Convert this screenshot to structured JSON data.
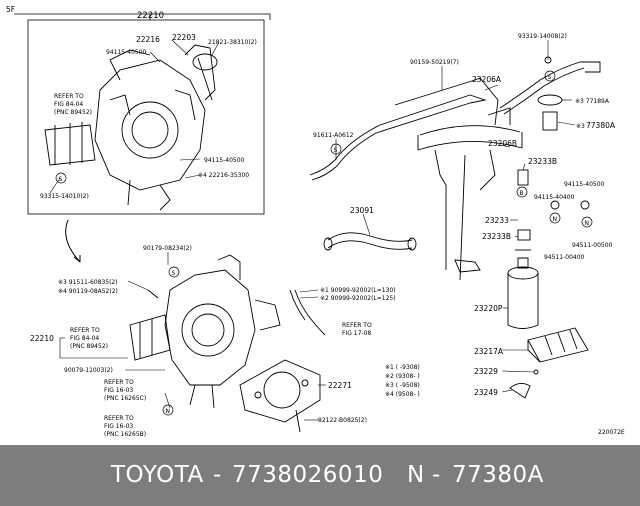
{
  "diagram": {
    "page_ref": "5F",
    "figure_code": "220072E",
    "callouts": {
      "c22210_top": "22210",
      "c22216": "22216",
      "c22203": "22203",
      "c21821": "21821-38310(2)",
      "c94115a": "94115-40500",
      "c94115b": "94115-40500",
      "c22216_35300": "※4 22216-35300",
      "c93315": "93315-14010(2)",
      "ref1_a": "REFER TO",
      "ref1_b": "FIG 84-04",
      "ref1_c": "(PNC 89452)",
      "c93319": "93319-14008(2)",
      "c90159": "90159-50219(7)",
      "c23206a": "23206A",
      "c77189a": "※3 77189A",
      "c77380a_mark": "※3",
      "c77380a": "77380A",
      "c91611": "91611-A0612",
      "c23206b": "23206B",
      "c23233b_top": "23233B",
      "c94115c": "94115-40500",
      "c94115d": "94115-40400",
      "c23091": "23091",
      "c23233": "23233",
      "c23233b": "23233B",
      "c94511a": "94511-00500",
      "c94511b": "94511-00400",
      "c90179": "90179-08234(2)",
      "c91511": "※3 91511-60835(2)",
      "c90119": "※4 90119-08A52(2)",
      "c90999a": "※1 90999-92002(L=130)",
      "c90999b": "※2 90999-92002(L=125)",
      "c23220p": "23220P",
      "c22210_mid": "22210",
      "ref2_a": "REFER TO",
      "ref2_b": "FIG 84-04",
      "ref2_c": "(PNC 89452)",
      "ref3_a": "REFER TO",
      "ref3_b": "FIG 17-08",
      "c90079": "90079-11003(2)",
      "c23217a": "23217A",
      "c22271": "22271",
      "ref4_a": "REFER TO",
      "ref4_b": "FIG 16-03",
      "ref4_c": "(PNC 16265C)",
      "ref5_a": "REFER TO",
      "ref5_b": "FIG 16-03",
      "ref5_c": "(PNC 16265B)",
      "c92122": "92122-B0825(2)",
      "c23229": "23229",
      "c23249": "23249",
      "n1": "※1 (      -9308)",
      "n2": "※2 (9308-      )",
      "n3": "※3 (      -9508)",
      "n4": "※4 (9508-      )",
      "s1": "S",
      "s2": "S",
      "s3": "S",
      "s4": "B",
      "s5": "N",
      "s6": "N",
      "s7": "S",
      "s8": "N"
    }
  },
  "footer": {
    "brand": "TOYOTA",
    "sep1": "-",
    "part_number": "7738026010",
    "prefix": "N",
    "sep2": "-",
    "ref_code": "77380A"
  }
}
